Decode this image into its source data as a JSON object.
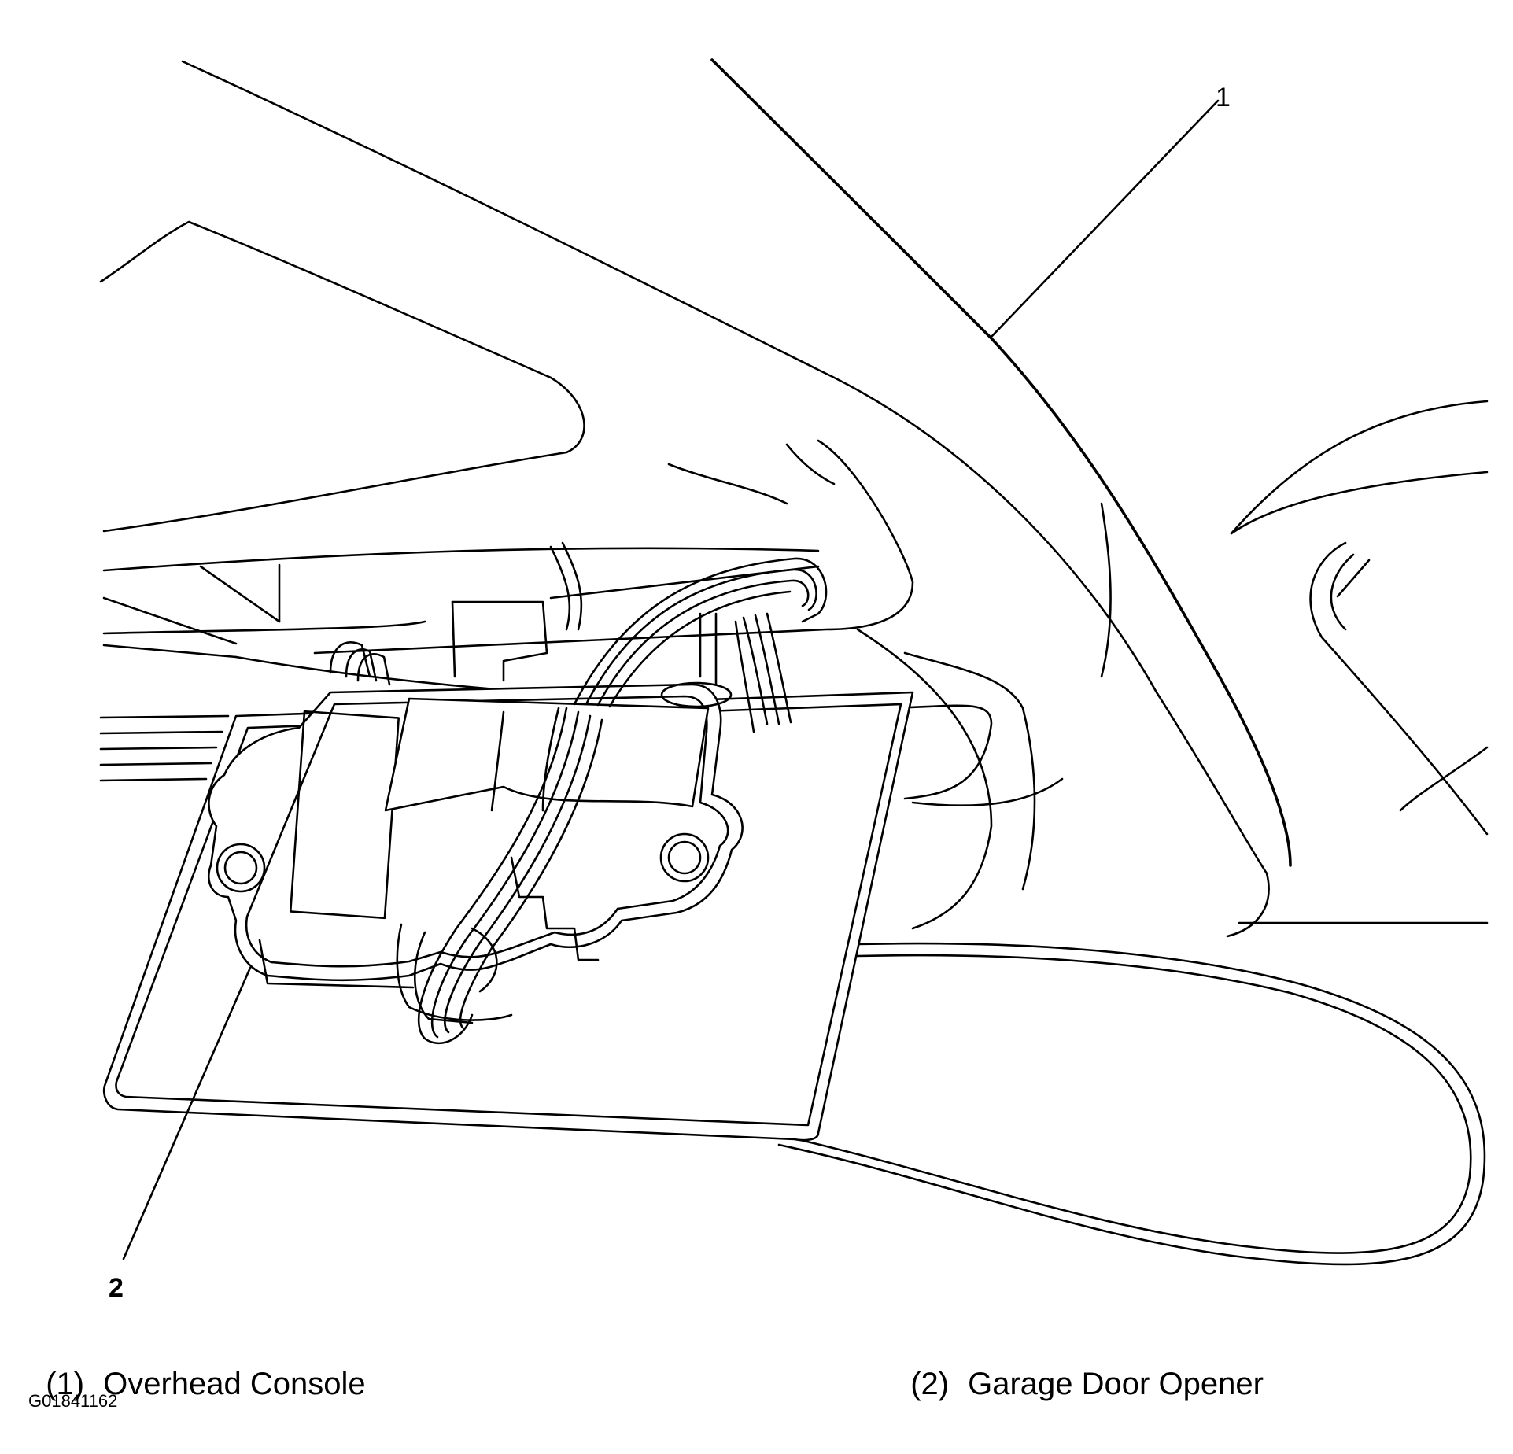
{
  "callouts": [
    {
      "number": "1"
    },
    {
      "number": "2"
    }
  ],
  "legend": [
    {
      "number": "(1)",
      "label": "Overhead Console"
    },
    {
      "number": "(2)",
      "label": "Garage Door Opener"
    }
  ],
  "figure_id": "G01841162"
}
